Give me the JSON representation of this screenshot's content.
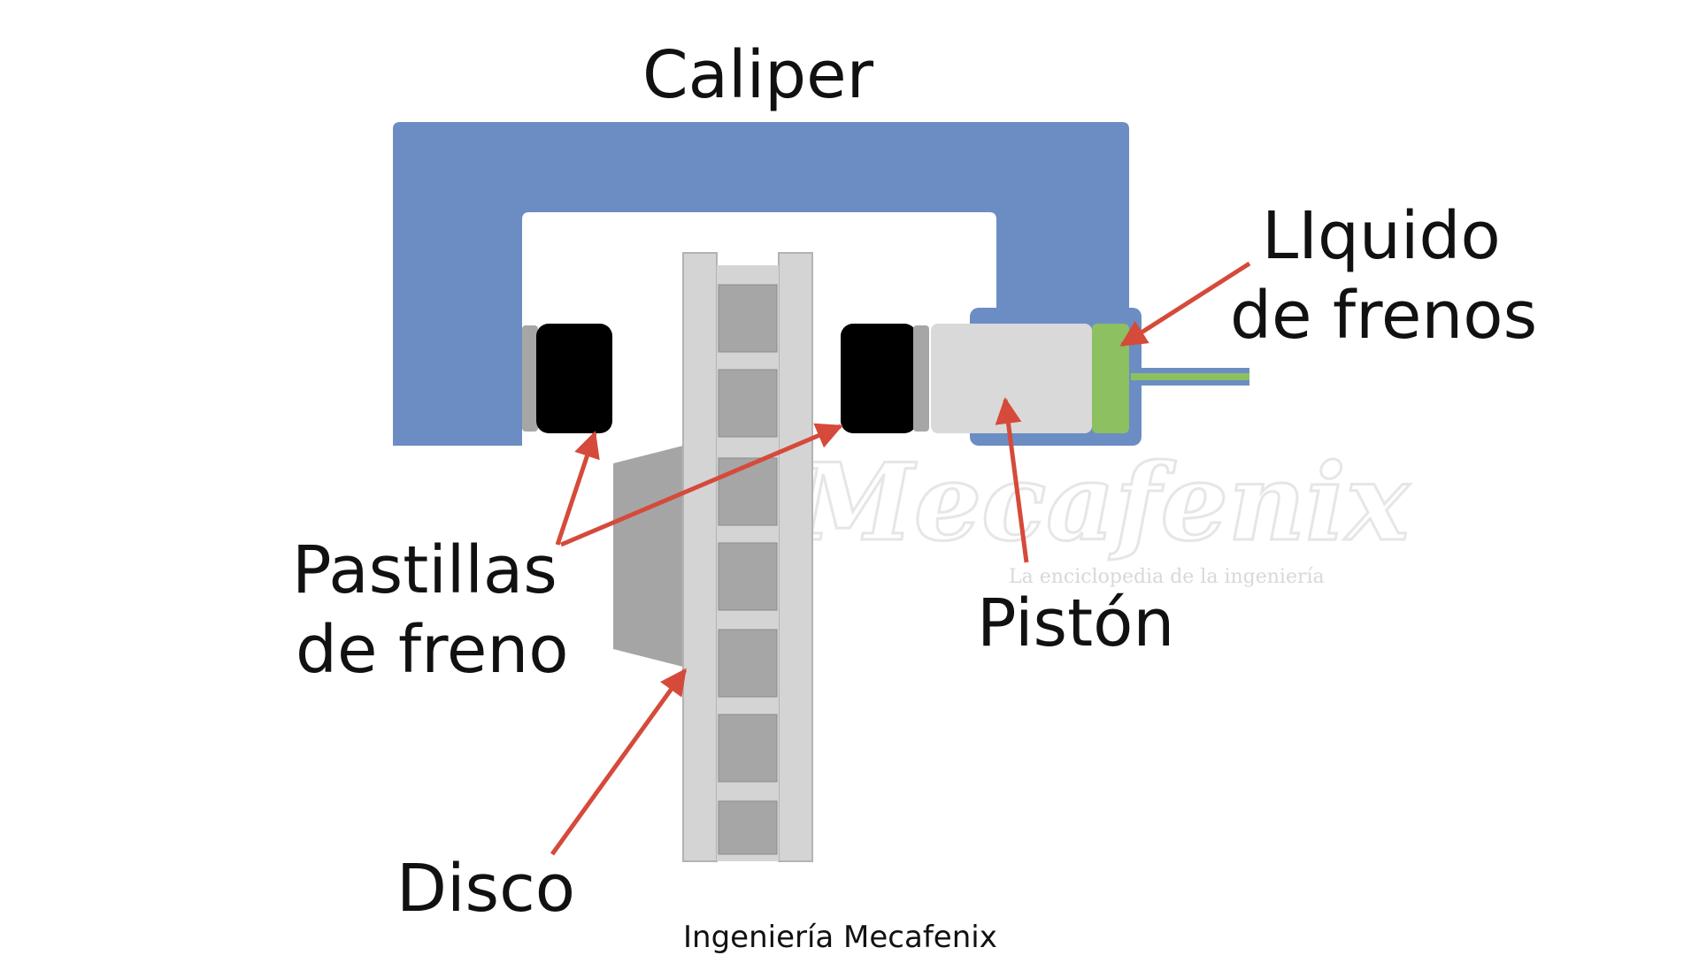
{
  "labels": {
    "caliper": "Caliper",
    "liquid_line1": "LIquido",
    "liquid_line2": "de frenos",
    "pads_line1": "Pastillas",
    "pads_line2": "de freno",
    "piston": "Pistón",
    "disc": "Disco"
  },
  "credit": "Ingeniería Mecafenix",
  "watermark": {
    "main": "Mecafenix",
    "subtitle": "La enciclopedia de la ingeniería"
  },
  "colors": {
    "caliper": "#6c8dc4",
    "pad": "#000000",
    "pad_backing": "#a6a6a6",
    "piston": "#d9d9d9",
    "fluid": "#8cc061",
    "disc_face": "#d4d4d4",
    "disc_vane": "#a6a6a6",
    "hub": "#a5a5a5",
    "arrow": "#d54a3a"
  }
}
